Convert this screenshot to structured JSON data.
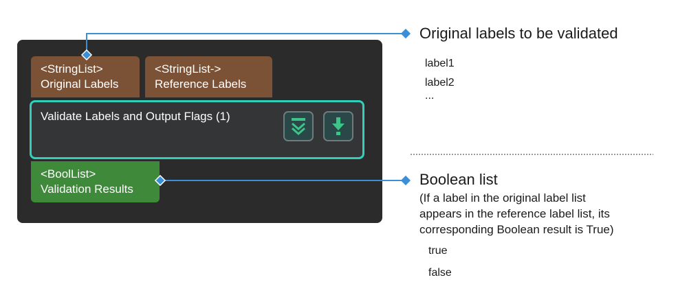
{
  "node": {
    "inputs": [
      {
        "type": "<StringList>",
        "name": "Original Labels"
      },
      {
        "type": "<StringList->",
        "name": "Reference Labels"
      }
    ],
    "title": "Validate Labels and Output Flags (1)",
    "output": {
      "type": "<BoolList>",
      "name": "Validation Results"
    },
    "buttons": [
      {
        "icon": "expand-chevrons-icon"
      },
      {
        "icon": "download-arrow-icon"
      }
    ]
  },
  "annotations": {
    "input": {
      "heading": "Original labels to be validated",
      "examples": [
        "label1",
        "label2",
        "..."
      ]
    },
    "output": {
      "heading": "Boolean list",
      "description": [
        "(If a label in the original label list",
        "appears in the reference label list, its",
        "corresponding Boolean result is True)"
      ],
      "examples": [
        "true",
        "false"
      ]
    }
  },
  "colors": {
    "node_bg": "#2b2b2b",
    "input_port": "#7b5236",
    "output_port": "#3f8a3a",
    "body_border": "#2fd1bb",
    "callout": "#3a8fd6"
  }
}
